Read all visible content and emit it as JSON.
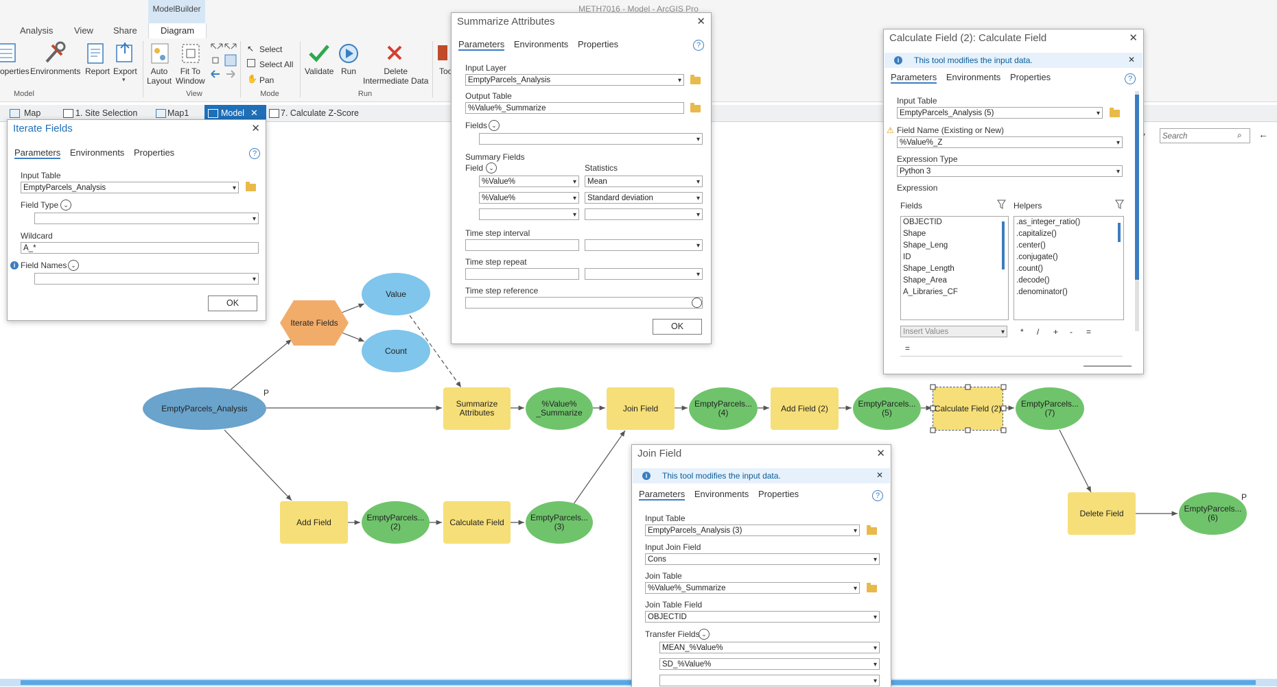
{
  "window": {
    "title": "METH7016 - Model - ArcGIS Pro"
  },
  "ribbon": {
    "tabs": [
      "Analysis",
      "View",
      "Share",
      "Diagram"
    ],
    "context_group": "ModelBuilder",
    "buttons": {
      "properties": "operties",
      "environments": "Environments",
      "report": "Report",
      "export": "Export",
      "auto_layout": "Auto Layout",
      "auto_layout_1": "Auto",
      "auto_layout_2": "Layout",
      "fit_1": "Fit To",
      "fit_2": "Window",
      "select": "Select",
      "select_all": "Select All",
      "pan": "Pan",
      "validate": "Validate",
      "run": "Run",
      "delete_1": "Delete",
      "delete_2": "Intermediate Data",
      "tools": "Too"
    },
    "groups": {
      "model": "Model",
      "view": "View",
      "mode": "Mode",
      "run": "Run"
    }
  },
  "doc_tabs": [
    "Map",
    "1. Site Selection",
    "Map1",
    "Model",
    "7. Calculate Z-Score"
  ],
  "search": {
    "placeholder": "Search"
  },
  "iterate_fields": {
    "title": "Iterate Fields",
    "tabs": [
      "Parameters",
      "Environments",
      "Properties"
    ],
    "input_table_label": "Input Table",
    "input_table": "EmptyParcels_Analysis",
    "field_type_label": "Field Type",
    "wildcard_label": "Wildcard",
    "wildcard": "A_*",
    "field_names_label": "Field Names",
    "ok": "OK"
  },
  "summarize": {
    "title": "Summarize Attributes",
    "tabs": [
      "Parameters",
      "Environments",
      "Properties"
    ],
    "input_layer_label": "Input Layer",
    "input_layer": "EmptyParcels_Analysis",
    "output_table_label": "Output Table",
    "output_table": "%Value%_Summarize",
    "fields_label": "Fields",
    "summary_fields_label": "Summary Fields",
    "field_col": "Field",
    "stats_col": "Statistics",
    "rows": [
      {
        "field": "%Value%",
        "stat": "Mean"
      },
      {
        "field": "%Value%",
        "stat": "Standard deviation"
      },
      {
        "field": "",
        "stat": ""
      }
    ],
    "time_interval_label": "Time step interval",
    "time_repeat_label": "Time step repeat",
    "time_reference_label": "Time step reference",
    "ok": "OK"
  },
  "calc_field": {
    "title": "Calculate Field (2): Calculate Field",
    "info": "This tool modifies the input data.",
    "tabs": [
      "Parameters",
      "Environments",
      "Properties"
    ],
    "input_table_label": "Input Table",
    "input_table": "EmptyParcels_Analysis (5)",
    "field_name_label": "Field Name (Existing or New)",
    "field_name": "%Value%_Z",
    "expr_type_label": "Expression Type",
    "expr_type": "Python 3",
    "expression_label": "Expression",
    "fields_label": "Fields",
    "helpers_label": "Helpers",
    "fields": [
      "OBJECTID",
      "Shape",
      "Shape_Leng",
      "ID",
      "Shape_Length",
      "Shape_Area",
      "A_Libraries_CF"
    ],
    "helpers": [
      ".as_integer_ratio()",
      ".capitalize()",
      ".center()",
      ".conjugate()",
      ".count()",
      ".decode()",
      ".denominator()"
    ],
    "insert_values": "Insert Values",
    "ops": [
      "*",
      "/",
      "+",
      "-",
      "="
    ],
    "expr_line": "="
  },
  "join_field": {
    "title": "Join Field",
    "info": "This tool modifies the input data.",
    "tabs": [
      "Parameters",
      "Environments",
      "Properties"
    ],
    "input_table_label": "Input Table",
    "input_table": "EmptyParcels_Analysis (3)",
    "input_join_label": "Input Join Field",
    "input_join": "Cons",
    "join_table_label": "Join Table",
    "join_table": "%Value%_Summarize",
    "join_table_field_label": "Join Table Field",
    "join_table_field": "OBJECTID",
    "transfer_label": "Transfer Fields",
    "transfer": [
      "MEAN_%Value%",
      "SD_%Value%",
      ""
    ]
  },
  "model": {
    "nodes": {
      "input": "EmptyParcels_Analysis",
      "iterate": "Iterate Fields",
      "value": "Value",
      "count": "Count",
      "summarize": "Summarize Attributes",
      "value_summarize": "%Value% _Summarize",
      "join": "Join Field",
      "ep4": "EmptyParcels... (4)",
      "addfield2": "Add Field (2)",
      "ep5": "EmptyParcels... (5)",
      "calc2": "Calculate Field (2)",
      "ep7": "EmptyParcels... (7)",
      "addfield": "Add Field",
      "ep2": "EmptyParcels... (2)",
      "calc": "Calculate Field",
      "ep3": "EmptyParcels... (3)",
      "delete": "Delete Field",
      "ep6": "EmptyParcels... (6)",
      "p1": "P",
      "p2": "P"
    }
  }
}
